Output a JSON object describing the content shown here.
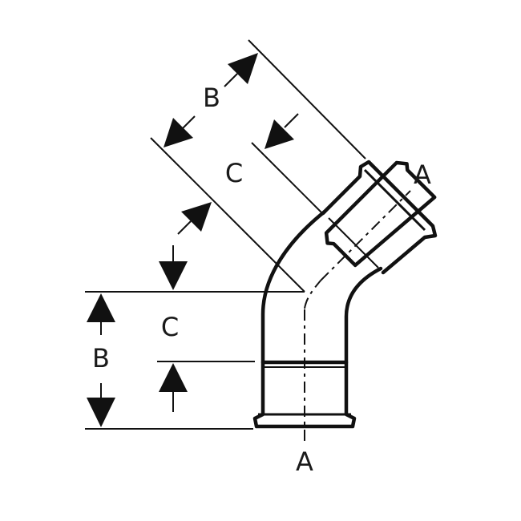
{
  "diagram": {
    "labels": {
      "axis_top": "A",
      "axis_bottom": "A",
      "dim_b_diagonal": "B",
      "dim_c_diagonal": "C",
      "dim_c_vertical": "C",
      "dim_b_vertical": "B"
    }
  },
  "colors": {
    "stroke": "#111111",
    "background": "#ffffff"
  }
}
